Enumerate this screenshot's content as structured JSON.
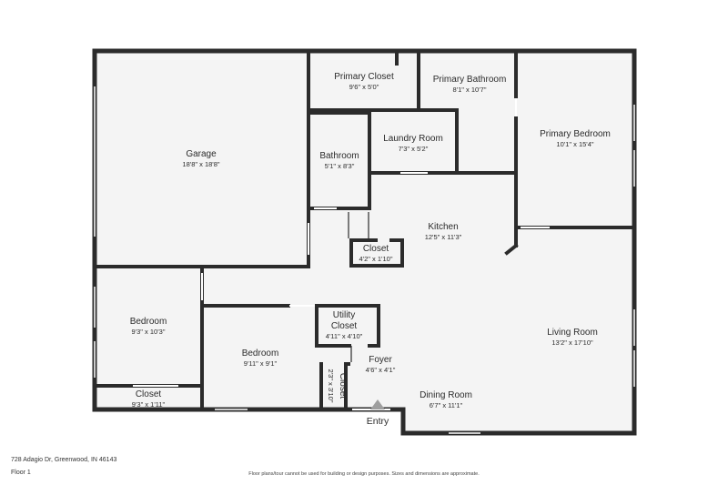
{
  "colors": {
    "wall": "#2b2b2b",
    "floor": "#f4f4f4",
    "background": "#ffffff",
    "window": "#ffffff",
    "entry_marker": "#9e9e9e"
  },
  "rooms": {
    "garage": {
      "name": "Garage",
      "dims": "18'8\" x 18'8\""
    },
    "primary_closet": {
      "name": "Primary Closet",
      "dims": "9'6\" x 5'0\""
    },
    "primary_bathroom": {
      "name": "Primary Bathroom",
      "dims": "8'1\" x 10'7\""
    },
    "primary_bedroom": {
      "name": "Primary Bedroom",
      "dims": "10'1\" x 15'4\""
    },
    "bathroom": {
      "name": "Bathroom",
      "dims": "5'1\" x 8'3\""
    },
    "laundry_room": {
      "name": "Laundry Room",
      "dims": "7'3\" x 5'2\""
    },
    "kitchen": {
      "name": "Kitchen",
      "dims": "12'5\" x 11'3\""
    },
    "kitchen_closet": {
      "name": "Closet",
      "dims": "4'2\" x 1'10\""
    },
    "bedroom_left": {
      "name": "Bedroom",
      "dims": "9'3\" x 10'3\""
    },
    "utility_closet": {
      "name_line1": "Utility",
      "name_line2": "Closet",
      "dims": "4'11\" x 4'10\""
    },
    "bedroom_center": {
      "name": "Bedroom",
      "dims": "9'11\" x 9'1\""
    },
    "living_room": {
      "name": "Living Room",
      "dims": "13'2\" x 17'10\""
    },
    "foyer": {
      "name": "Foyer",
      "dims": "4'6\" x 4'1\""
    },
    "closet_small": {
      "name": "Closet",
      "dims": "2'3\" x 3'10\""
    },
    "closet_left": {
      "name": "Closet",
      "dims": "9'3\" x 1'11\""
    },
    "dining_room": {
      "name": "Dining Room",
      "dims": "6'7\" x 11'1\""
    }
  },
  "entry_label": "Entry",
  "footer": {
    "address": "728 Adagio Dr, Greenwood, IN 46143",
    "floor": "Floor 1",
    "disclaimer": "Floor plans/tour cannot be used for building or design purposes. Sizes and dimensions are approximate."
  }
}
